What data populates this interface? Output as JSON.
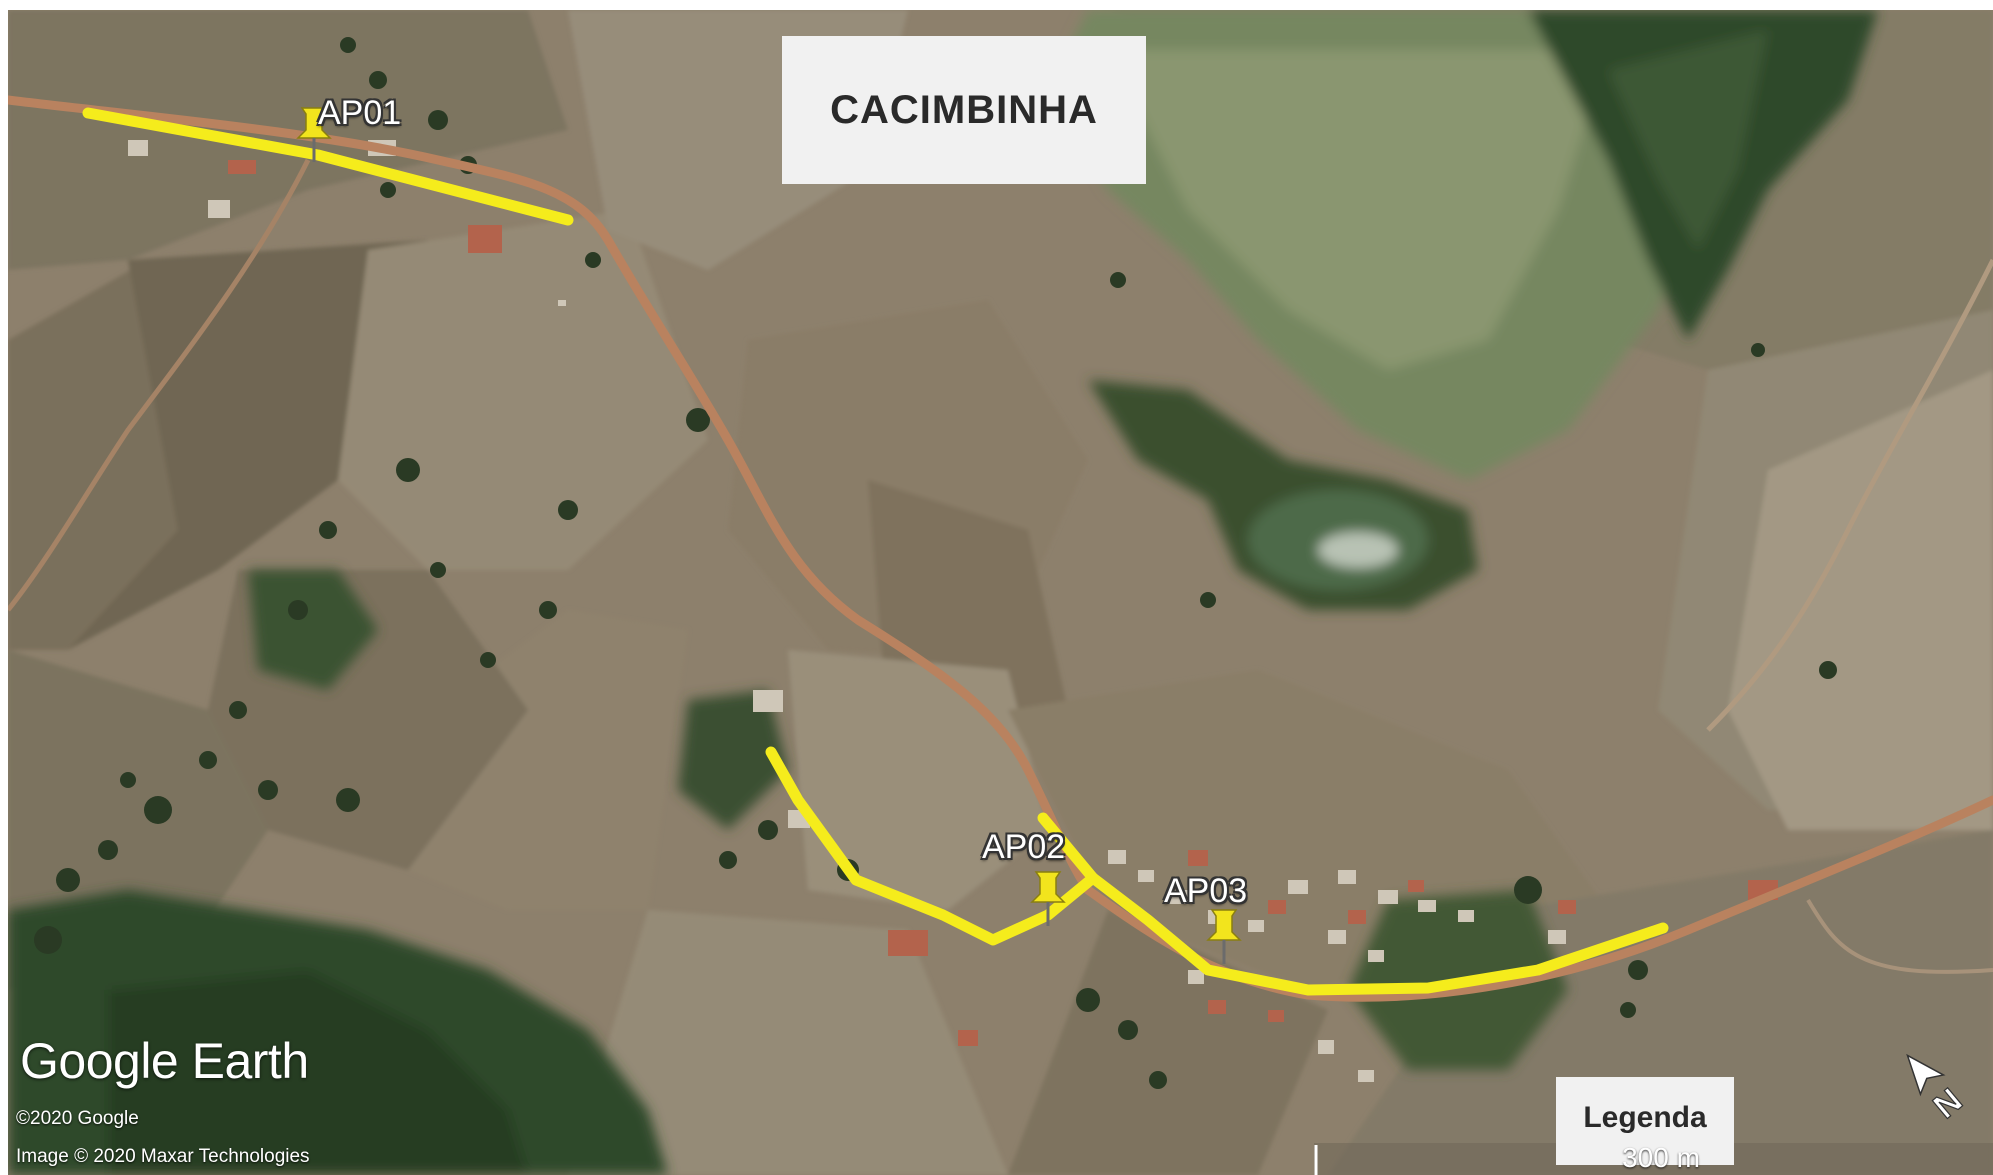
{
  "map": {
    "title": "CACIMBINHA",
    "markers": [
      {
        "id": "AP01",
        "label": "AP01"
      },
      {
        "id": "AP02",
        "label": "AP02"
      },
      {
        "id": "AP03",
        "label": "AP03"
      }
    ],
    "route_color": "#f5ec1c",
    "road_color": "#b9825f",
    "pin_color": "#f2e41d",
    "legend_label": "Legenda",
    "scale_label": "300 m",
    "brand": "Google Earth",
    "attribution": [
      "©2020 Google",
      "Image © 2020 Maxar Technologies"
    ],
    "compass_icon": "north-arrow-icon"
  }
}
